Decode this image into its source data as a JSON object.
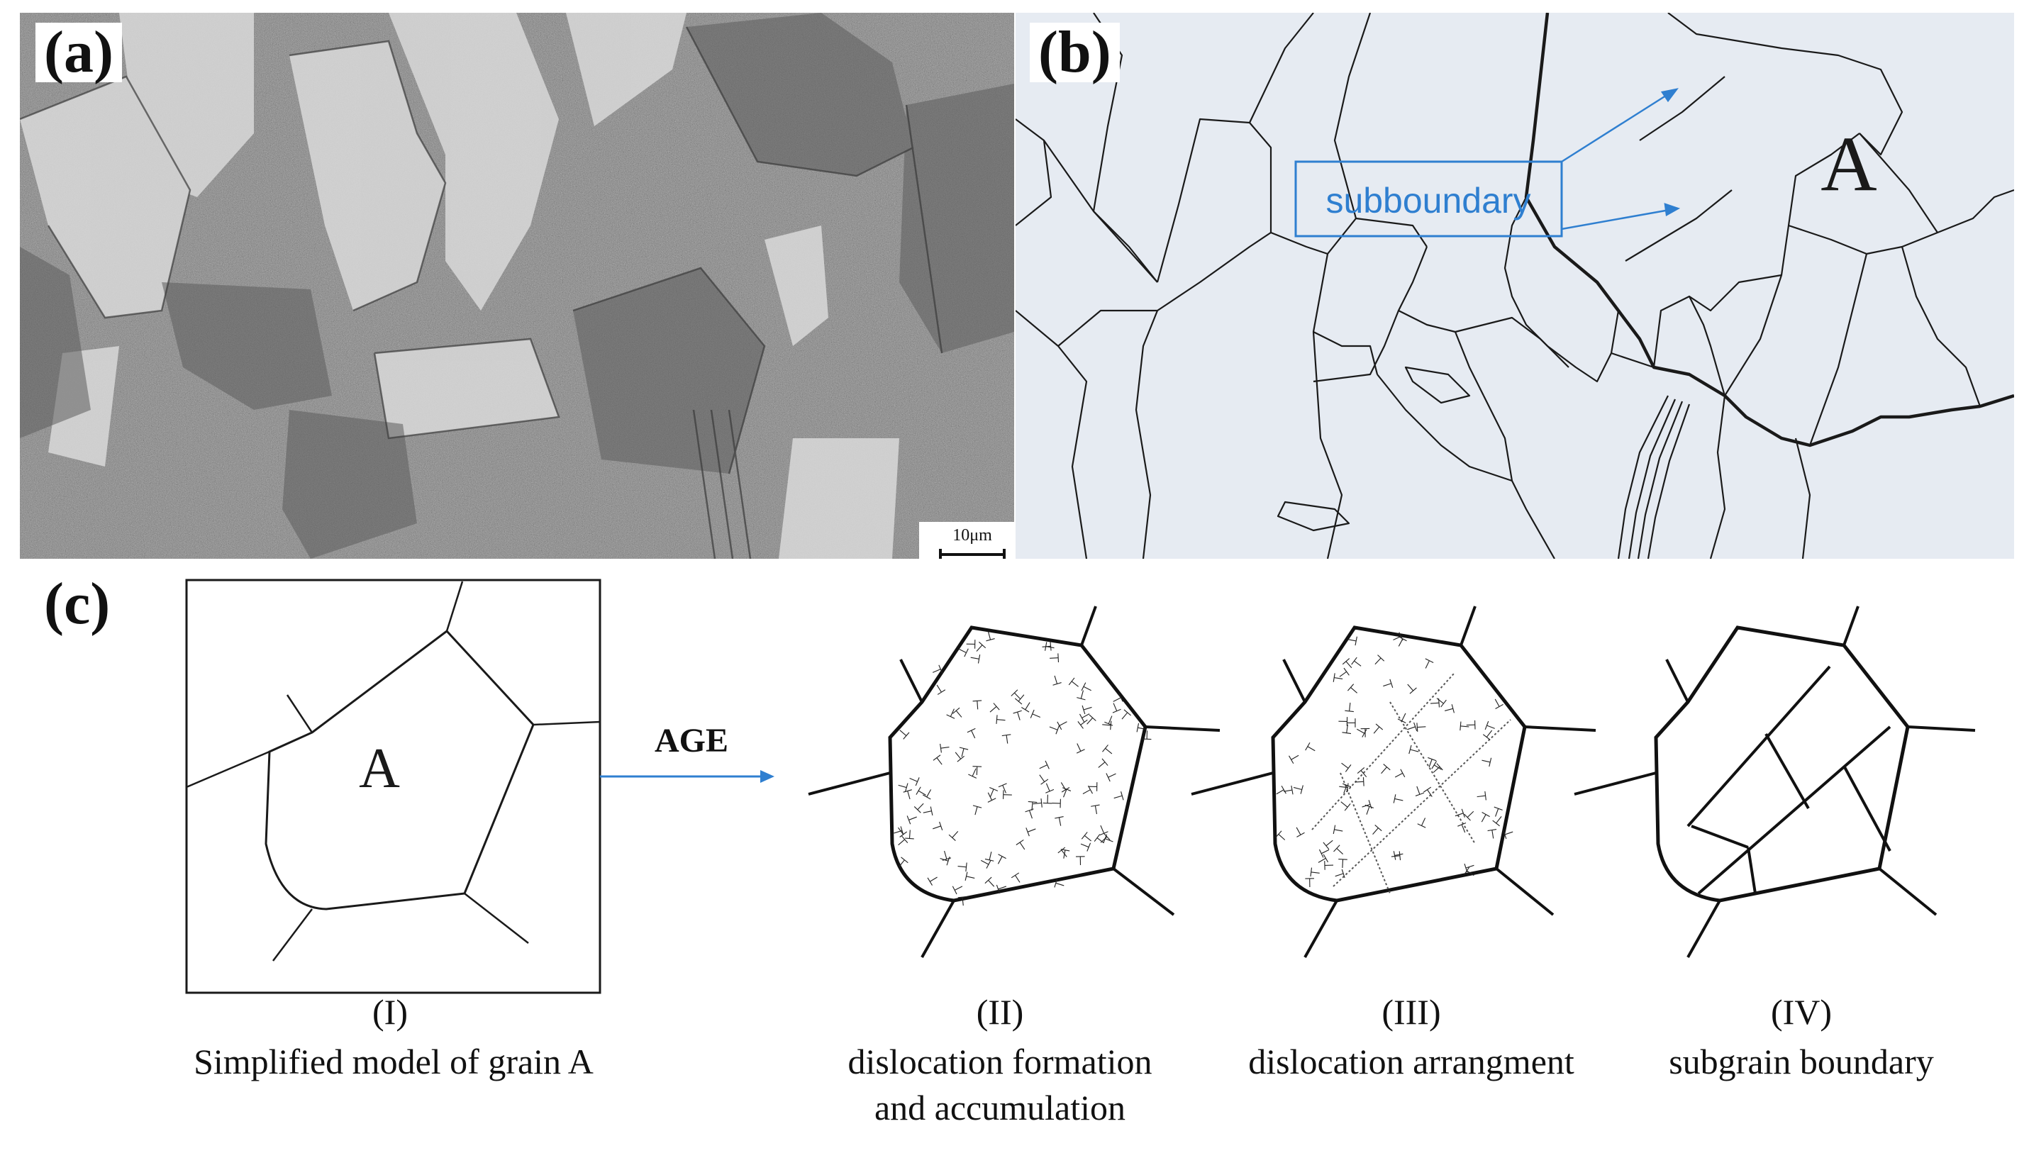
{
  "panels": {
    "a": {
      "label": "(a)",
      "scale_label": "10μm"
    },
    "b": {
      "label": "(b)",
      "annotation": "subboundary",
      "grain_label": "A"
    },
    "c": {
      "label": "(c)",
      "arrow_label": "AGE",
      "model_grain_label": "A",
      "stages": [
        {
          "numeral": "(I)",
          "caption_lines": [
            "Simplified model of grain A"
          ]
        },
        {
          "numeral": "(II)",
          "caption_lines": [
            "dislocation formation",
            "and accumulation"
          ]
        },
        {
          "numeral": "(III)",
          "caption_lines": [
            "dislocation arrangment"
          ]
        },
        {
          "numeral": "(IV)",
          "caption_lines": [
            "subgrain boundary"
          ]
        }
      ]
    }
  },
  "colors": {
    "annotation_blue": "#2f7fd0",
    "panel_b_background": "#e6ebf2",
    "line": "#1a1a1a"
  }
}
